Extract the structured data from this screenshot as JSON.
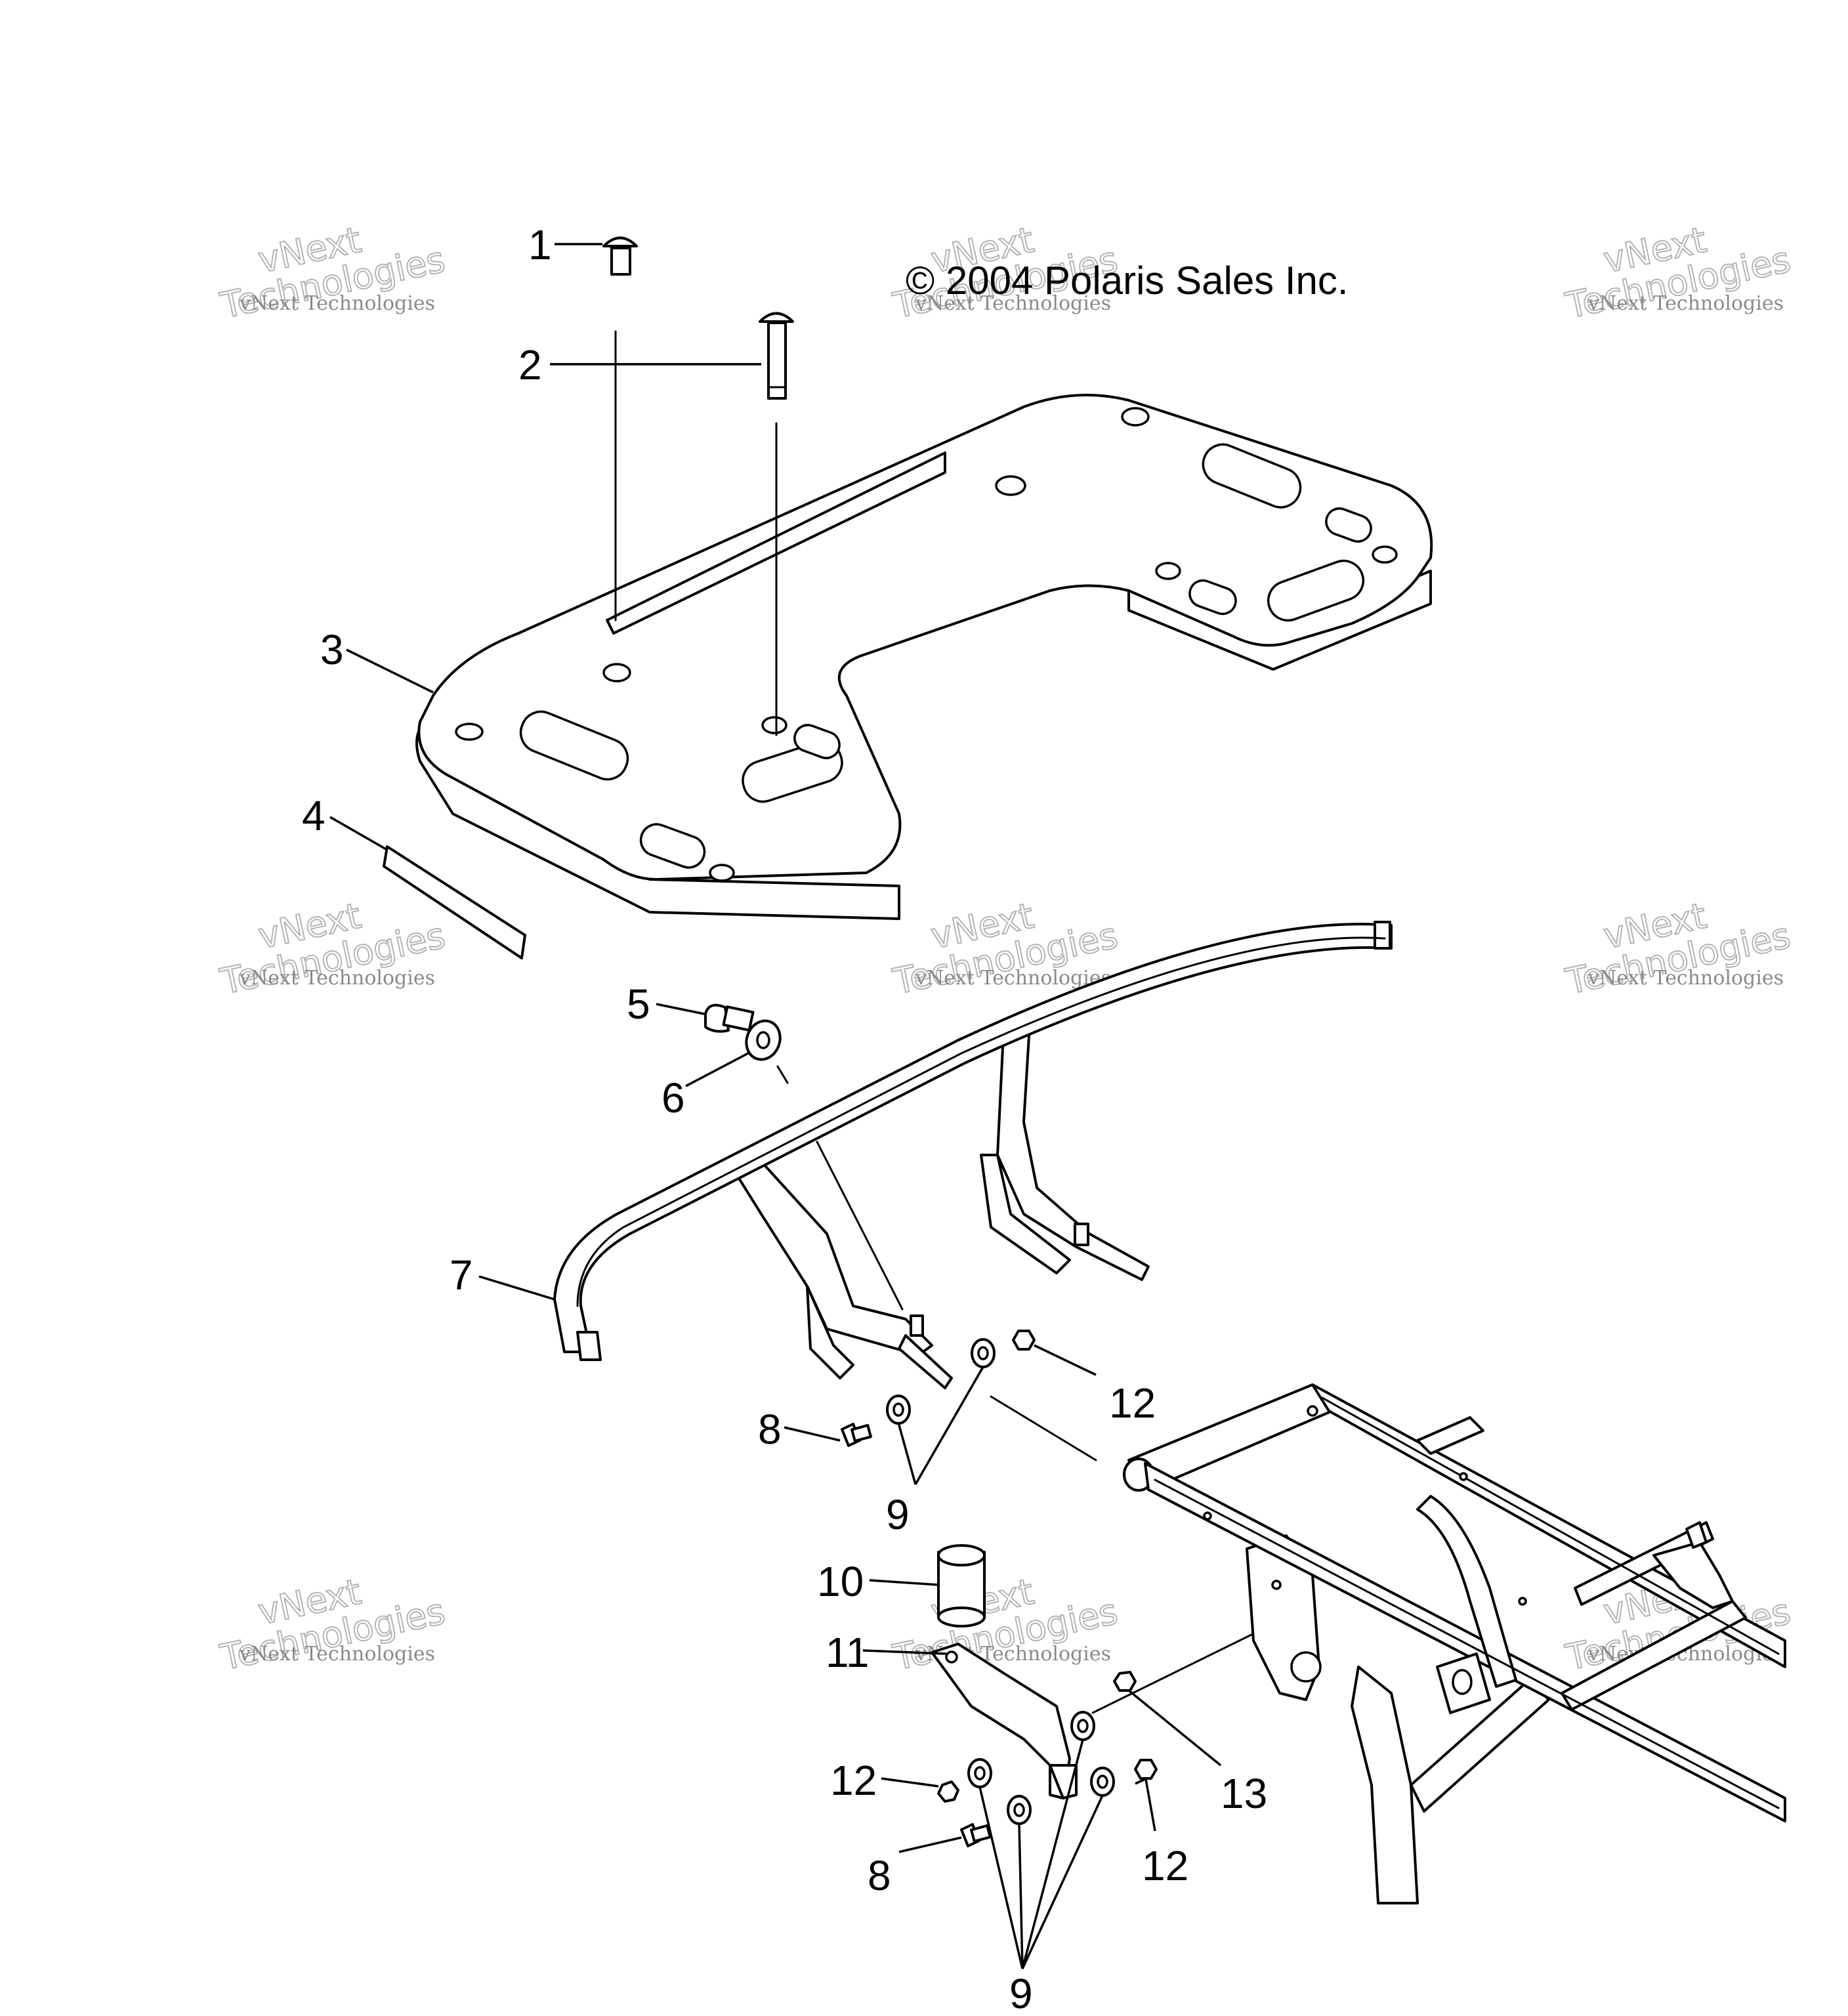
{
  "copyright": "© 2004 Polaris Sales Inc.",
  "callouts": {
    "c1": "1",
    "c2": "2",
    "c3": "3",
    "c4": "4",
    "c5": "5",
    "c6": "6",
    "c7": "7",
    "c8a": "8",
    "c8b": "8",
    "c9a": "9",
    "c9b": "9",
    "c10": "10",
    "c11": "11",
    "c12a": "12",
    "c12b": "12",
    "c12c": "12",
    "c13": "13"
  },
  "watermark": {
    "small_text": "vNext Technologies",
    "line1": "vNext",
    "line2": "Technologies"
  }
}
